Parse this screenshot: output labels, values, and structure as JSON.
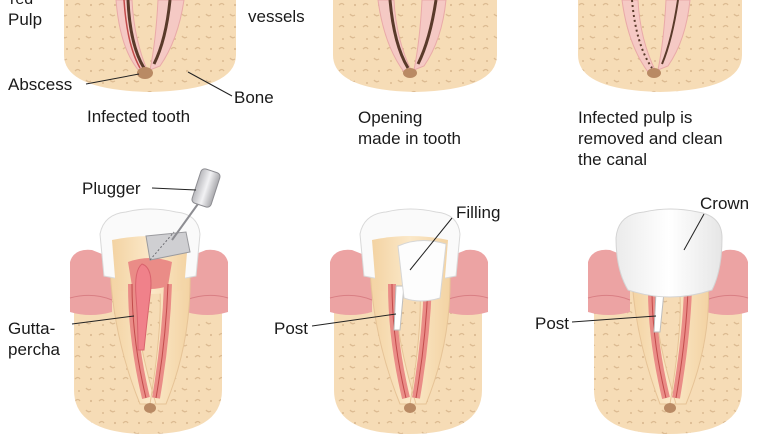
{
  "labels": {
    "red_fragment": "red",
    "pulp": "Pulp",
    "abscess": "Abscess",
    "bone": "Bone",
    "infected_tooth": "Infected tooth",
    "vessels": "vessels",
    "opening": "Opening\nmade in tooth",
    "infected_pulp_removed": "Infected pulp is\nremoved and clean\nthe canal",
    "plugger": "Plugger",
    "gutta_percha": "Gutta-\npercha",
    "post_1": "Post",
    "filling": "Filling",
    "post_2": "Post",
    "crown": "Crown"
  },
  "colors": {
    "bone": "#f6dcb6",
    "bone_speck": "#e3c39a",
    "gum": "#eca3a3",
    "gum_dark": "#d97f84",
    "enamel": "#ffffff",
    "dentin": "#f8e2bd",
    "pulp": "#ea8c87",
    "canal_line": "#c24b4b",
    "plugger": "#cfcfd2",
    "gutta_percha": "#f0818a",
    "crown": "#fbfbfb",
    "abscess": "#b98a64"
  }
}
